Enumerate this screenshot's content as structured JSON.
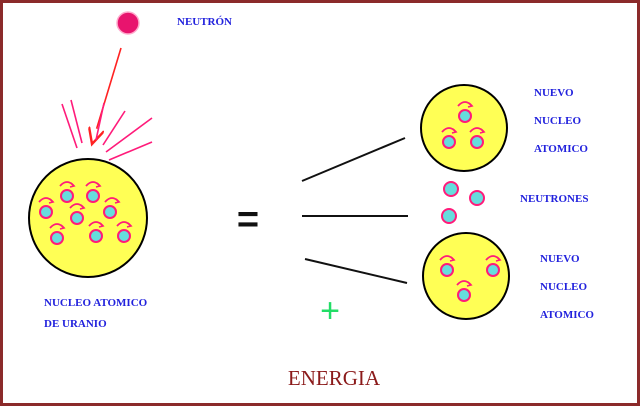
{
  "labels": {
    "neutron": "NEUTRÓN",
    "uranium_nucleus_line1": "NUCLEO ATOMICO",
    "uranium_nucleus_line2": "DE URANIO",
    "equals": "=",
    "plus": "+",
    "new_nucleus_top": [
      "NUEVO",
      "NUCLEO",
      "ATOMICO"
    ],
    "neutrons": "NEUTRONES",
    "new_nucleus_bottom": [
      "NUEVO",
      "NUCLEO",
      "ATOMICO"
    ],
    "energy": "ENERGIA"
  },
  "colors": {
    "frame": "#8b2a2a",
    "nucleus_fill": "#ffff55",
    "nucleon_fill": "#66dddd",
    "accent": "#ff1b7a",
    "arrow": "#ff2222",
    "label_blue": "#2222dd",
    "plus_green": "#22dd66",
    "energy_text": "#8b1a1a",
    "line": "#111111"
  }
}
